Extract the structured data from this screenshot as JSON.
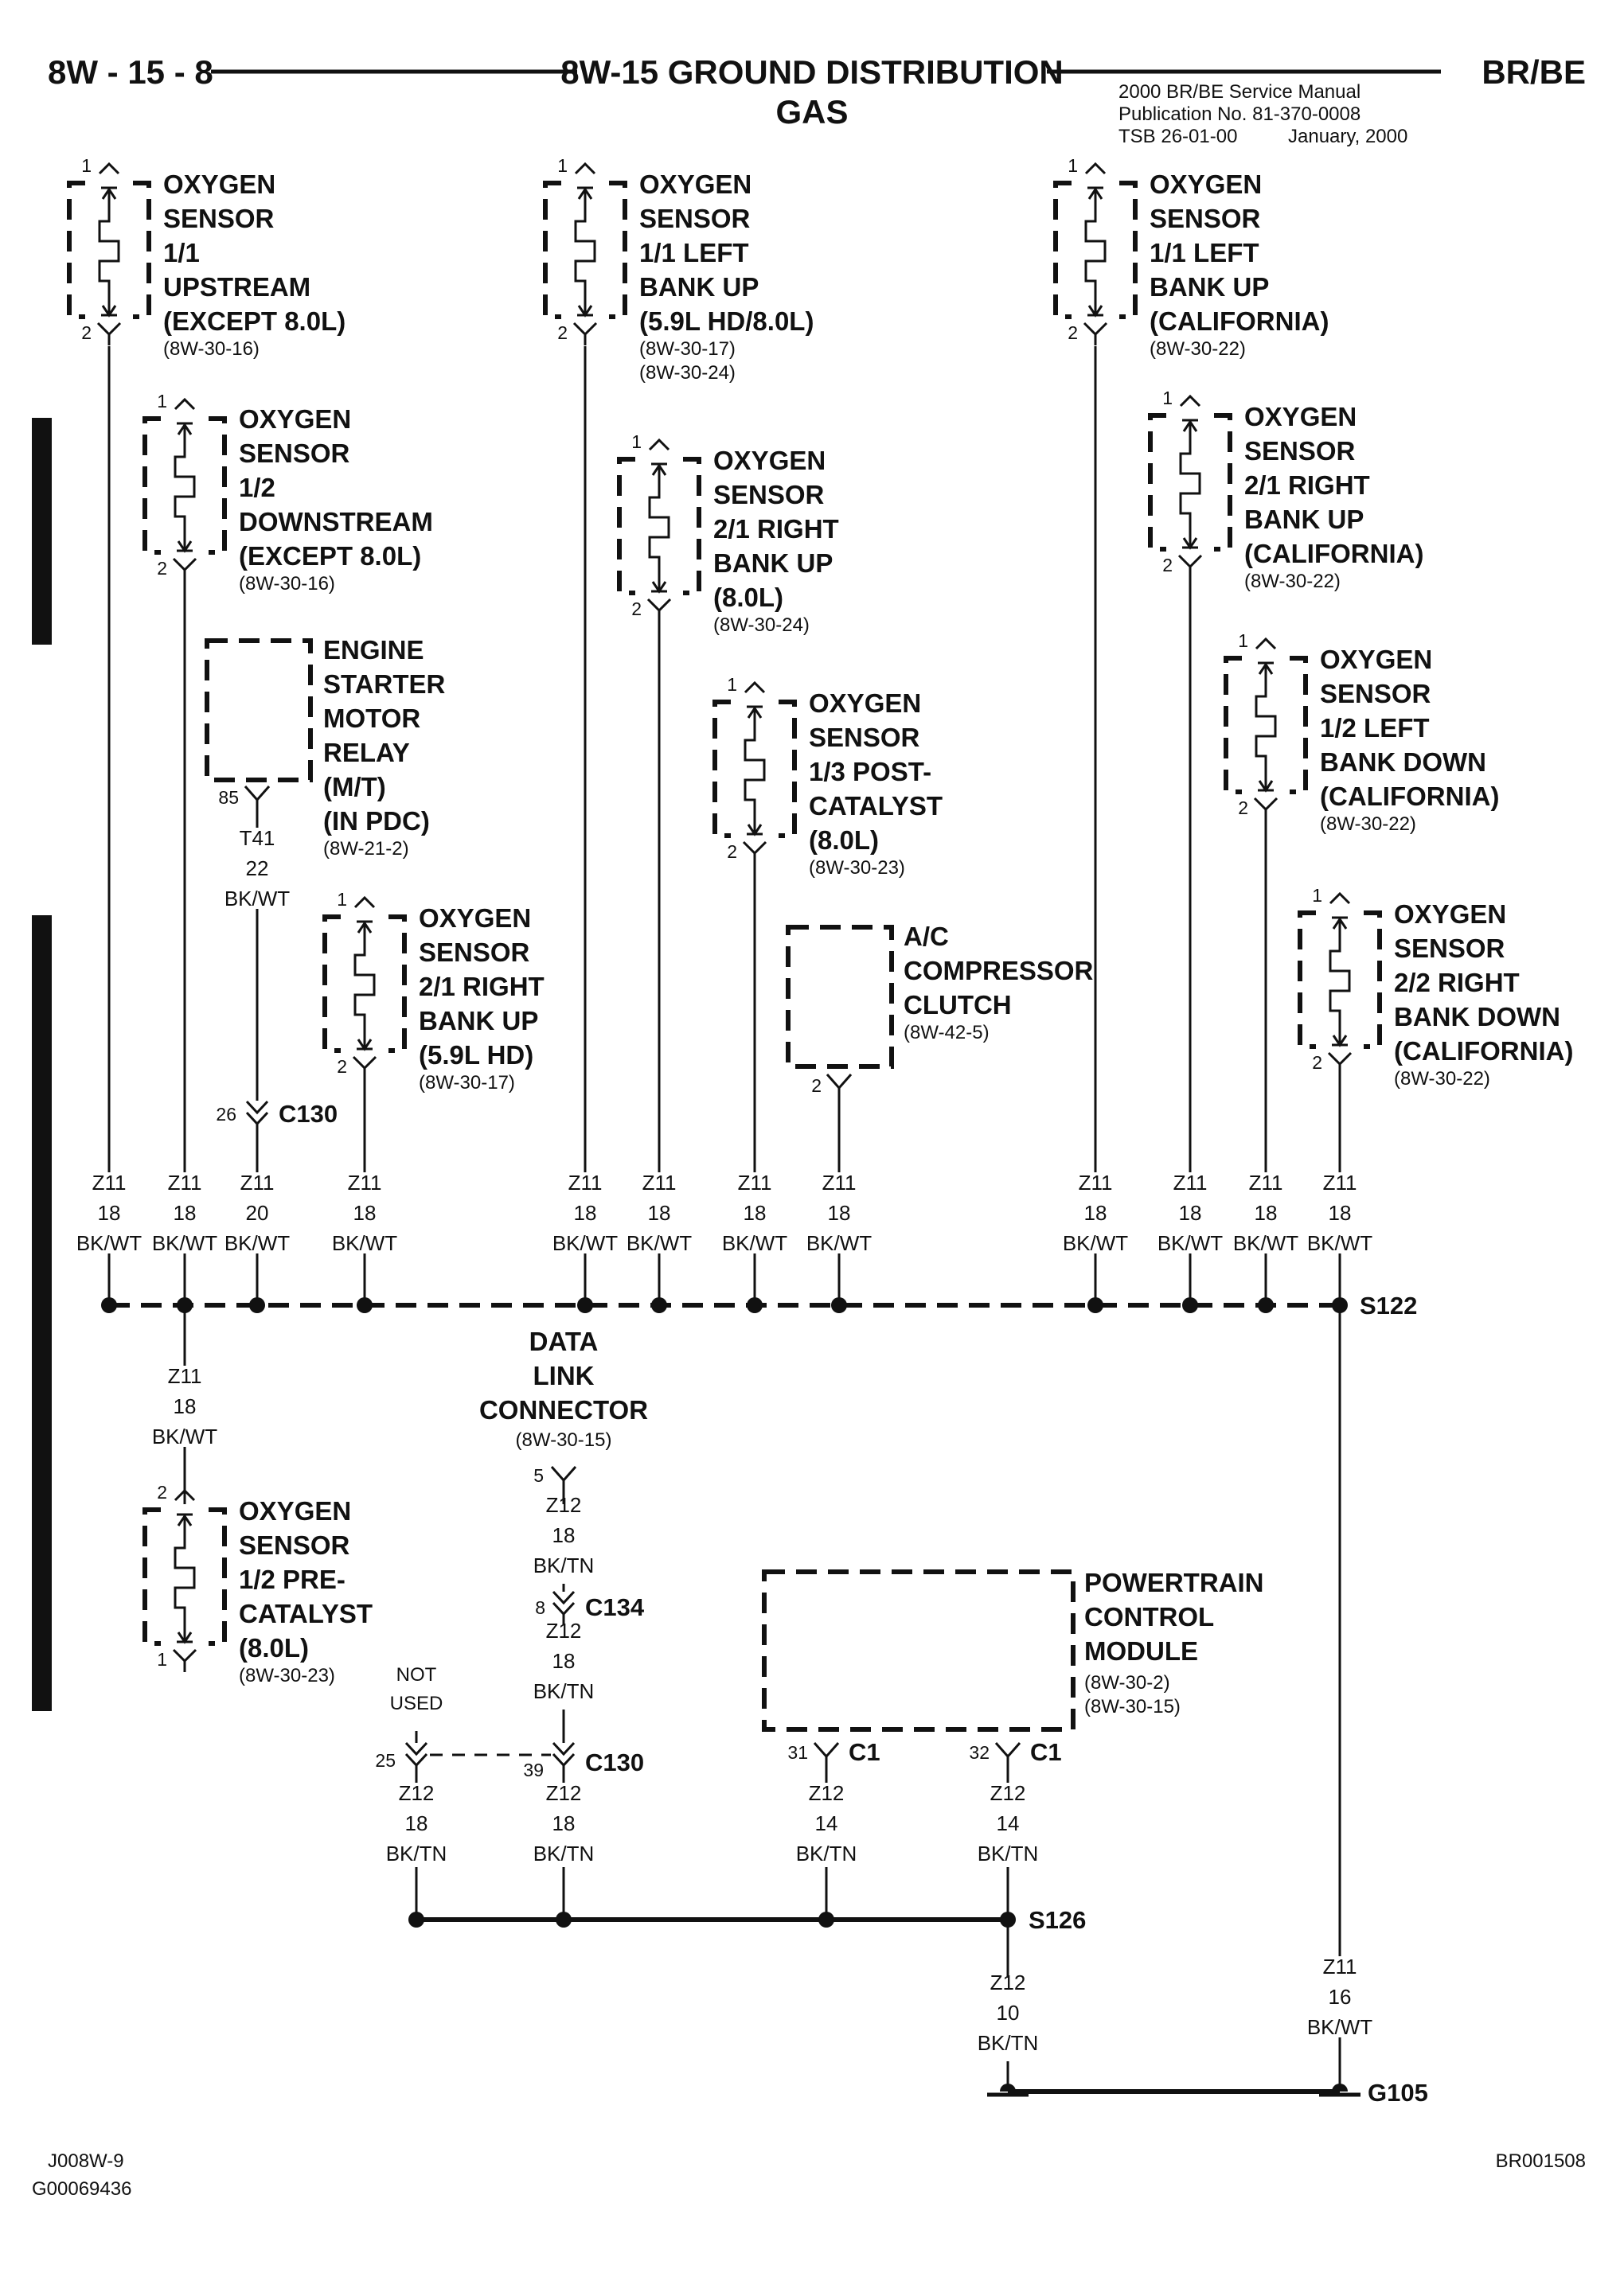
{
  "header": {
    "page_code": "8W - 15 - 8",
    "title": "8W-15 GROUND DISTRIBUTION",
    "subtitle": "GAS",
    "model": "BR/BE",
    "manual_line1": "2000 BR/BE Service Manual",
    "manual_line2": "Publication No. 81-370-0008",
    "manual_line3": "TSB 26-01-00",
    "manual_date": "January, 2000"
  },
  "components": {
    "o2_11_up": {
      "lines": [
        "OXYGEN",
        "SENSOR",
        "1/1",
        "UPSTREAM",
        "(EXCEPT 8.0L)"
      ],
      "ref": [
        "(8W-30-16)"
      ],
      "pin_top": "1",
      "pin_bot": "2"
    },
    "o2_12_down": {
      "lines": [
        "OXYGEN",
        "SENSOR",
        "1/2",
        "DOWNSTREAM",
        "(EXCEPT 8.0L)"
      ],
      "ref": [
        "(8W-30-16)"
      ],
      "pin_top": "1",
      "pin_bot": "2"
    },
    "starter_relay": {
      "lines": [
        "ENGINE",
        "STARTER",
        "MOTOR",
        "RELAY",
        "(M/T)",
        "(IN PDC)"
      ],
      "ref": [
        "(8W-21-2)"
      ],
      "pin": "85"
    },
    "o2_21_right_59": {
      "lines": [
        "OXYGEN",
        "SENSOR",
        "2/1 RIGHT",
        "BANK UP",
        "(5.9L HD)"
      ],
      "ref": [
        "(8W-30-17)"
      ],
      "pin_top": "1",
      "pin_bot": "2"
    },
    "o2_11_left": {
      "lines": [
        "OXYGEN",
        "SENSOR",
        "1/1 LEFT",
        "BANK UP",
        "(5.9L HD/8.0L)"
      ],
      "ref": [
        "(8W-30-17)",
        "(8W-30-24)"
      ],
      "pin_top": "1",
      "pin_bot": "2"
    },
    "o2_21_right_80": {
      "lines": [
        "OXYGEN",
        "SENSOR",
        "2/1 RIGHT",
        "BANK UP",
        "(8.0L)"
      ],
      "ref": [
        "(8W-30-24)"
      ],
      "pin_top": "1",
      "pin_bot": "2"
    },
    "o2_13_post": {
      "lines": [
        "OXYGEN",
        "SENSOR",
        "1/3 POST-",
        "CATALYST",
        "(8.0L)"
      ],
      "ref": [
        "(8W-30-23)"
      ],
      "pin_top": "1",
      "pin_bot": "2"
    },
    "ac_clutch": {
      "lines": [
        "A/C",
        "COMPRESSOR",
        "CLUTCH"
      ],
      "ref": [
        "(8W-42-5)"
      ],
      "pin": "2"
    },
    "o2_11_left_ca": {
      "lines": [
        "OXYGEN",
        "SENSOR",
        "1/1 LEFT",
        "BANK UP",
        "(CALIFORNIA)"
      ],
      "ref": [
        "(8W-30-22)"
      ],
      "pin_top": "1",
      "pin_bot": "2"
    },
    "o2_21_right_ca": {
      "lines": [
        "OXYGEN",
        "SENSOR",
        "2/1 RIGHT",
        "BANK UP",
        "(CALIFORNIA)"
      ],
      "ref": [
        "(8W-30-22)"
      ],
      "pin_top": "1",
      "pin_bot": "2"
    },
    "o2_12_left_ca": {
      "lines": [
        "OXYGEN",
        "SENSOR",
        "1/2 LEFT",
        "BANK DOWN",
        "(CALIFORNIA)"
      ],
      "ref": [
        "(8W-30-22)"
      ],
      "pin_top": "1",
      "pin_bot": "2"
    },
    "o2_22_right_ca": {
      "lines": [
        "OXYGEN",
        "SENSOR",
        "2/2 RIGHT",
        "BANK DOWN",
        "(CALIFORNIA)"
      ],
      "ref": [
        "(8W-30-22)"
      ],
      "pin_top": "1",
      "pin_bot": "2"
    },
    "o2_12_pre": {
      "lines": [
        "OXYGEN",
        "SENSOR",
        "1/2 PRE-",
        "CATALYST",
        "(8.0L)"
      ],
      "ref": [
        "(8W-30-23)"
      ],
      "pin_top": "2",
      "pin_bot": "1"
    },
    "dlc": {
      "lines": [
        "DATA",
        "LINK",
        "CONNECTOR"
      ],
      "ref": [
        "(8W-30-15)"
      ],
      "pin": "5"
    },
    "pcm": {
      "lines": [
        "POWERTRAIN",
        "CONTROL",
        "MODULE"
      ],
      "ref": [
        "(8W-30-2)",
        "(8W-30-15)"
      ]
    }
  },
  "wires": {
    "z11_18": [
      "Z11",
      "18",
      "BK/WT"
    ],
    "z11_20": [
      "Z11",
      "20",
      "BK/WT"
    ],
    "t41_22": [
      "T41",
      "22",
      "BK/WT"
    ],
    "z11_16": [
      "Z11",
      "16",
      "BK/WT"
    ],
    "z12_18": [
      "Z12",
      "18",
      "BK/TN"
    ],
    "z12_14": [
      "Z12",
      "14",
      "BK/TN"
    ],
    "z12_10": [
      "Z12",
      "10",
      "BK/TN"
    ]
  },
  "connectors": {
    "c130": "C130",
    "c130_pin_top": "26",
    "c134": "C134",
    "c134_pin": "8",
    "c130_pin_a": "25",
    "c130_pin_b": "39",
    "c1": "C1",
    "c1_pin_a": "31",
    "c1_pin_b": "32",
    "not_used": [
      "NOT",
      "USED"
    ]
  },
  "splices": {
    "s122": "S122",
    "s126": "S126"
  },
  "ground": {
    "g105": "G105"
  },
  "footer": {
    "left1": "J008W-9",
    "left2": "G00069436",
    "right": "BR001508"
  }
}
